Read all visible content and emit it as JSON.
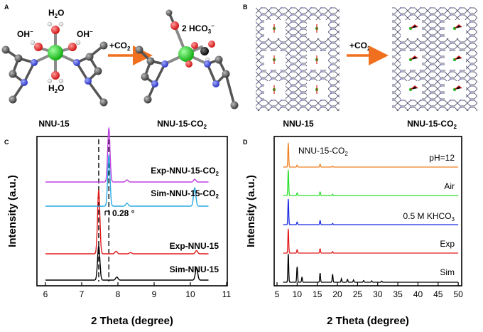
{
  "panels": {
    "A": {
      "letter": "A",
      "arrow_label": "+CO",
      "arrow_label_sub": "2",
      "left_caption": "NNU-15",
      "right_caption": "NNU-15-CO",
      "right_caption_sub": "2",
      "labels": {
        "h2o_top": "H",
        "h2o_top_sub": "2",
        "h2o_top_end": "O",
        "oh_left": "OH",
        "oh_left_sup": "−",
        "oh_right": "OH",
        "oh_right_sup": "−",
        "h2o_bottom": "H",
        "h2o_bottom_sub": "2",
        "h2o_bottom_end": "O",
        "hco3": "2 HCO",
        "hco3_sub": "3",
        "hco3_sup": "−"
      }
    },
    "B": {
      "letter": "B",
      "arrow_label": "+CO",
      "arrow_label_sub": "2",
      "left_caption": "NNU-15",
      "right_caption": "NNU-15-CO",
      "right_caption_sub": "2"
    },
    "C": {
      "letter": "C",
      "ylabel": "Intensity (a.u.)",
      "xlabel": "2 Theta (degree)",
      "shift_label": "0.28 °"
    },
    "D": {
      "letter": "D",
      "ylabel": "Intensity (a.u.)",
      "xlabel": "2 Theta (degree)",
      "title_label": "NNU-15-CO",
      "title_label_sub": "2"
    }
  },
  "chart_data": [
    {
      "type": "line",
      "panel": "C",
      "xlabel": "2 Theta (degree)",
      "ylabel": "Intensity (a.u.)",
      "xlim": [
        6,
        11
      ],
      "xticks": [
        6,
        7,
        8,
        9,
        10,
        11
      ],
      "reference_lines": [
        7.47,
        7.75
      ],
      "shift": 0.28,
      "series": [
        {
          "name": "Sim-NNU-15",
          "color": "#000000",
          "peaks": [
            [
              7.47,
              1.0
            ],
            [
              7.97,
              0.09
            ],
            [
              10.17,
              0.36
            ]
          ]
        },
        {
          "name": "Exp-NNU-15",
          "color": "#e01a1a",
          "peaks": [
            [
              7.47,
              1.0
            ],
            [
              7.95,
              0.04
            ],
            [
              8.35,
              0.02
            ],
            [
              10.17,
              0.05
            ]
          ]
        },
        {
          "name": "Sim-NNU-15-CO2",
          "color": "#2aaae0",
          "peaks": [
            [
              7.75,
              1.0
            ],
            [
              8.25,
              0.06
            ],
            [
              10.12,
              0.36
            ]
          ]
        },
        {
          "name": "Exp-NNU-15-CO2",
          "color": "#c040e0",
          "peaks": [
            [
              7.75,
              1.0
            ],
            [
              8.25,
              0.04
            ],
            [
              10.12,
              0.05
            ]
          ]
        }
      ]
    },
    {
      "type": "line",
      "panel": "D",
      "xlabel": "2 Theta (degree)",
      "ylabel": "Intensity (a.u.)",
      "xlim": [
        5,
        50
      ],
      "xticks": [
        5,
        10,
        15,
        20,
        25,
        30,
        35,
        40,
        45,
        50
      ],
      "series": [
        {
          "name": "Sim",
          "color": "#000000",
          "peaks": [
            [
              7.8,
              1.0
            ],
            [
              10.0,
              0.55
            ],
            [
              11.2,
              0.18
            ],
            [
              15.7,
              0.32
            ],
            [
              18.8,
              0.28
            ],
            [
              21.0,
              0.12
            ],
            [
              22.5,
              0.1
            ],
            [
              24.0,
              0.08
            ],
            [
              26.5,
              0.06
            ],
            [
              28.5,
              0.05
            ],
            [
              31.0,
              0.04
            ]
          ]
        },
        {
          "name": "Exp",
          "color": "#e01a1a",
          "peaks": [
            [
              7.8,
              1.0
            ],
            [
              10.0,
              0.14
            ],
            [
              15.7,
              0.18
            ],
            [
              18.8,
              0.06
            ]
          ]
        },
        {
          "name": "0.5 M KHCO3",
          "color": "#1a2ae0",
          "peaks": [
            [
              7.8,
              1.0
            ],
            [
              10.0,
              0.1
            ],
            [
              15.7,
              0.16
            ],
            [
              18.8,
              0.05
            ]
          ]
        },
        {
          "name": "Air",
          "color": "#2ae02a",
          "peaks": [
            [
              7.8,
              1.0
            ],
            [
              10.0,
              0.1
            ],
            [
              15.7,
              0.14
            ],
            [
              18.8,
              0.05
            ]
          ]
        },
        {
          "name": "pH=12",
          "color": "#f08020",
          "peaks": [
            [
              7.8,
              1.0
            ],
            [
              10.0,
              0.08
            ],
            [
              15.7,
              0.12
            ],
            [
              18.8,
              0.04
            ]
          ]
        }
      ]
    }
  ]
}
